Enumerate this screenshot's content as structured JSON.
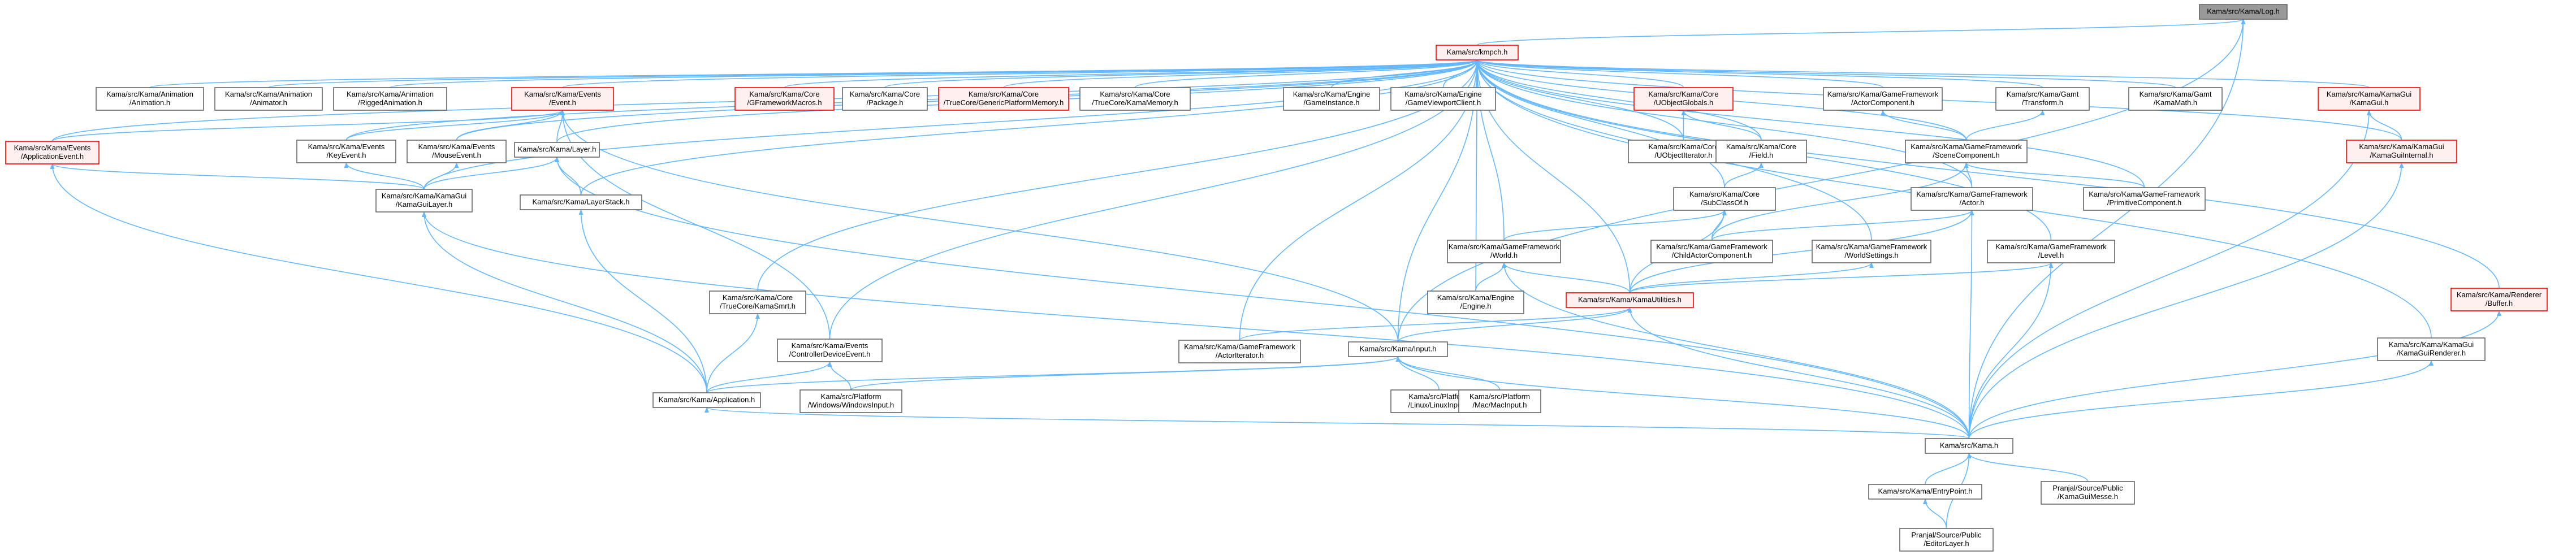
{
  "colors": {
    "edge": "#63b8ff",
    "node_border": "#666666",
    "node_fill": "#ffffff",
    "truncated_border": "#ff0000",
    "truncated_fill": "#fff0f0",
    "selected_fill": "#999999",
    "selected_border": "#666666"
  },
  "nodes": [
    {
      "id": "log",
      "lines": [
        "Kama/src/Kama/Log.h"
      ],
      "style": "selected"
    },
    {
      "id": "kmpch",
      "lines": [
        "Kama/src/kmpch.h"
      ],
      "style": "truncated"
    },
    {
      "id": "anim",
      "lines": [
        "Kama/src/Kama/Animation",
        "/Animation.h"
      ],
      "style": "normal"
    },
    {
      "id": "animator",
      "lines": [
        "Kama/src/Kama/Animation",
        "/Animator.h"
      ],
      "style": "normal"
    },
    {
      "id": "rigged",
      "lines": [
        "Kama/src/Kama/Animation",
        "/RiggedAnimation.h"
      ],
      "style": "normal"
    },
    {
      "id": "event",
      "lines": [
        "Kama/src/Kama/Events",
        "/Event.h"
      ],
      "style": "truncated"
    },
    {
      "id": "gfm",
      "lines": [
        "Kama/src/Kama/Core",
        "/GFrameworkMacros.h"
      ],
      "style": "truncated"
    },
    {
      "id": "package",
      "lines": [
        "Kama/src/Kama/Core",
        "/Package.h"
      ],
      "style": "normal"
    },
    {
      "id": "gpm",
      "lines": [
        "Kama/src/Kama/Core",
        "/TrueCore/GenericPlatformMemory.h"
      ],
      "style": "truncated"
    },
    {
      "id": "kmem",
      "lines": [
        "Kama/src/Kama/Core",
        "/TrueCore/KamaMemory.h"
      ],
      "style": "normal"
    },
    {
      "id": "gameinst",
      "lines": [
        "Kama/src/Kama/Engine",
        "/GameInstance.h"
      ],
      "style": "normal"
    },
    {
      "id": "gvc",
      "lines": [
        "Kama/src/Kama/Engine",
        "/GameViewportClient.h"
      ],
      "style": "normal"
    },
    {
      "id": "uobjglob",
      "lines": [
        "Kama/src/Kama/Core",
        "/UObjectGlobals.h"
      ],
      "style": "truncated"
    },
    {
      "id": "actorcomp",
      "lines": [
        "Kama/src/Kama/GameFramework",
        "/ActorComponent.h"
      ],
      "style": "normal"
    },
    {
      "id": "transform",
      "lines": [
        "Kama/src/Kama/Gamt",
        "/Transform.h"
      ],
      "style": "normal"
    },
    {
      "id": "kmath",
      "lines": [
        "Kama/src/Kama/Gamt",
        "/KamaMath.h"
      ],
      "style": "normal"
    },
    {
      "id": "kgui",
      "lines": [
        "Kama/src/Kama/KamaGui",
        "/KamaGui.h"
      ],
      "style": "truncated"
    },
    {
      "id": "appevent",
      "lines": [
        "Kama/src/Kama/Events",
        "/ApplicationEvent.h"
      ],
      "style": "truncated"
    },
    {
      "id": "keyevent",
      "lines": [
        "Kama/src/Kama/Events",
        "/KeyEvent.h"
      ],
      "style": "normal"
    },
    {
      "id": "mouseevent",
      "lines": [
        "Kama/src/Kama/Events",
        "/MouseEvent.h"
      ],
      "style": "normal"
    },
    {
      "id": "layer",
      "lines": [
        "Kama/src/Kama/Layer.h"
      ],
      "style": "normal"
    },
    {
      "id": "uobjiter",
      "lines": [
        "Kama/src/Kama/Core",
        "/UObjectIterator.h"
      ],
      "style": "normal"
    },
    {
      "id": "field",
      "lines": [
        "Kama/src/Kama/Core",
        "/Field.h"
      ],
      "style": "normal"
    },
    {
      "id": "scenecomp",
      "lines": [
        "Kama/src/Kama/GameFramework",
        "/SceneComponent.h"
      ],
      "style": "normal"
    },
    {
      "id": "kguiint",
      "lines": [
        "Kama/src/Kama/KamaGui",
        "/KamaGuiInternal.h"
      ],
      "style": "truncated"
    },
    {
      "id": "kguilayer",
      "lines": [
        "Kama/src/Kama/KamaGui",
        "/KamaGuiLayer.h"
      ],
      "style": "normal"
    },
    {
      "id": "layerstack",
      "lines": [
        "Kama/src/Kama/LayerStack.h"
      ],
      "style": "normal"
    },
    {
      "id": "subclassof",
      "lines": [
        "Kama/src/Kama/Core",
        "/SubClassOf.h"
      ],
      "style": "normal"
    },
    {
      "id": "actor",
      "lines": [
        "Kama/src/Kama/GameFramework",
        "/Actor.h"
      ],
      "style": "normal"
    },
    {
      "id": "primcomp",
      "lines": [
        "Kama/src/Kama/GameFramework",
        "/PrimitiveComponent.h"
      ],
      "style": "normal"
    },
    {
      "id": "world",
      "lines": [
        "Kama/src/Kama/GameFramework",
        "/World.h"
      ],
      "style": "normal"
    },
    {
      "id": "childactor",
      "lines": [
        "Kama/src/Kama/GameFramework",
        "/ChildActorComponent.h"
      ],
      "style": "normal"
    },
    {
      "id": "worldset",
      "lines": [
        "Kama/src/Kama/GameFramework",
        "/WorldSettings.h"
      ],
      "style": "normal"
    },
    {
      "id": "level",
      "lines": [
        "Kama/src/Kama/GameFramework",
        "/Level.h"
      ],
      "style": "normal"
    },
    {
      "id": "truecore",
      "lines": [
        "Kama/src/Kama/Core",
        "/TrueCore/KamaSmrt.h"
      ],
      "style": "normal"
    },
    {
      "id": "engine",
      "lines": [
        "Kama/src/Kama/Engine",
        "/Engine.h"
      ],
      "style": "normal"
    },
    {
      "id": "kutil",
      "lines": [
        "Kama/src/Kama/KamaUtilities.h"
      ],
      "style": "truncated"
    },
    {
      "id": "renderer",
      "lines": [
        "Kama/src/Kama/Renderer",
        "/Buffer.h"
      ],
      "style": "truncated"
    },
    {
      "id": "ctrlevent",
      "lines": [
        "Kama/src/Kama/Events",
        "/ControllerDeviceEvent.h"
      ],
      "style": "normal"
    },
    {
      "id": "actoriter",
      "lines": [
        "Kama/src/Kama/GameFramework",
        "/ActorIterator.h"
      ],
      "style": "normal"
    },
    {
      "id": "input",
      "lines": [
        "Kama/src/Kama/Input.h"
      ],
      "style": "normal"
    },
    {
      "id": "kguirend",
      "lines": [
        "Kama/src/Kama/KamaGui",
        "/KamaGuiRenderer.h"
      ],
      "style": "normal"
    },
    {
      "id": "app",
      "lines": [
        "Kama/src/Kama/Application.h"
      ],
      "style": "normal"
    },
    {
      "id": "wininput",
      "lines": [
        "Kama/src/Platform",
        "/Windows/WindowsInput.h"
      ],
      "style": "normal"
    },
    {
      "id": "linuxinput",
      "lines": [
        "Kama/src/Platform",
        "/Linux/LinuxInput.h"
      ],
      "style": "normal"
    },
    {
      "id": "macinput",
      "lines": [
        "Kama/src/Platform",
        "/Mac/MacInput.h"
      ],
      "style": "normal"
    },
    {
      "id": "kama",
      "lines": [
        "Kama/src/Kama.h"
      ],
      "style": "normal"
    },
    {
      "id": "entry",
      "lines": [
        "Kama/src/Kama/EntryPoint.h"
      ],
      "style": "normal"
    },
    {
      "id": "pmesh",
      "lines": [
        "Pranjal/Source/Public",
        "/KamaGuiMesse.h"
      ],
      "style": "normal"
    },
    {
      "id": "editorlayer",
      "lines": [
        "Pranjal/Source/Public",
        "/EditorLayer.h"
      ],
      "style": "normal"
    }
  ],
  "edges": [
    [
      "kmpch",
      "log"
    ],
    [
      "kama",
      "log"
    ],
    [
      "input",
      "log"
    ],
    [
      "anim",
      "kmpch"
    ],
    [
      "animator",
      "kmpch"
    ],
    [
      "rigged",
      "kmpch"
    ],
    [
      "event",
      "kmpch"
    ],
    [
      "gfm",
      "kmpch"
    ],
    [
      "package",
      "kmpch"
    ],
    [
      "gpm",
      "kmpch"
    ],
    [
      "kmem",
      "kmpch"
    ],
    [
      "gameinst",
      "kmpch"
    ],
    [
      "gvc",
      "kmpch"
    ],
    [
      "uobjglob",
      "kmpch"
    ],
    [
      "actorcomp",
      "kmpch"
    ],
    [
      "transform",
      "kmpch"
    ],
    [
      "kmath",
      "kmpch"
    ],
    [
      "kgui",
      "kmpch"
    ],
    [
      "appevent",
      "kmpch"
    ],
    [
      "keyevent",
      "kmpch"
    ],
    [
      "mouseevent",
      "kmpch"
    ],
    [
      "layer",
      "kmpch"
    ],
    [
      "uobjiter",
      "kmpch"
    ],
    [
      "field",
      "kmpch"
    ],
    [
      "scenecomp",
      "kmpch"
    ],
    [
      "kguiint",
      "kmpch"
    ],
    [
      "kguilayer",
      "kmpch"
    ],
    [
      "layerstack",
      "kmpch"
    ],
    [
      "subclassof",
      "kmpch"
    ],
    [
      "actor",
      "kmpch"
    ],
    [
      "primcomp",
      "kmpch"
    ],
    [
      "world",
      "kmpch"
    ],
    [
      "worldset",
      "kmpch"
    ],
    [
      "level",
      "kmpch"
    ],
    [
      "truecore",
      "kmpch"
    ],
    [
      "engine",
      "kmpch"
    ],
    [
      "kutil",
      "kmpch"
    ],
    [
      "renderer",
      "kmpch"
    ],
    [
      "ctrlevent",
      "kmpch"
    ],
    [
      "actoriter",
      "kmpch"
    ],
    [
      "input",
      "kmpch"
    ],
    [
      "kguirend",
      "kmpch"
    ],
    [
      "appevent",
      "event"
    ],
    [
      "keyevent",
      "event"
    ],
    [
      "mouseevent",
      "event"
    ],
    [
      "layer",
      "event"
    ],
    [
      "ctrlevent",
      "event"
    ],
    [
      "input",
      "event"
    ],
    [
      "uobjiter",
      "uobjglob"
    ],
    [
      "field",
      "uobjglob"
    ],
    [
      "subclassof",
      "field"
    ],
    [
      "scenecomp",
      "actorcomp"
    ],
    [
      "scenecomp",
      "transform"
    ],
    [
      "actor",
      "scenecomp"
    ],
    [
      "primcomp",
      "scenecomp"
    ],
    [
      "childactor",
      "scenecomp"
    ],
    [
      "kguiint",
      "kgui"
    ],
    [
      "kama",
      "kgui"
    ],
    [
      "kama",
      "kguiint"
    ],
    [
      "kguilayer",
      "appevent"
    ],
    [
      "kguilayer",
      "keyevent"
    ],
    [
      "kguilayer",
      "mouseevent"
    ],
    [
      "kguilayer",
      "layer"
    ],
    [
      "layerstack",
      "layer"
    ],
    [
      "app",
      "layerstack"
    ],
    [
      "app",
      "kguilayer"
    ],
    [
      "app",
      "appevent"
    ],
    [
      "kama",
      "kguilayer"
    ],
    [
      "kama",
      "layer"
    ],
    [
      "world",
      "subclassof"
    ],
    [
      "childactor",
      "subclassof"
    ],
    [
      "kutil",
      "subclassof"
    ],
    [
      "childactor",
      "actor"
    ],
    [
      "kutil",
      "actor"
    ],
    [
      "kama",
      "actor"
    ],
    [
      "engine",
      "world"
    ],
    [
      "kutil",
      "world"
    ],
    [
      "kama",
      "world"
    ],
    [
      "kutil",
      "worldset"
    ],
    [
      "kutil",
      "level"
    ],
    [
      "kama",
      "level"
    ],
    [
      "app",
      "truecore"
    ],
    [
      "wininput",
      "ctrlevent"
    ],
    [
      "app",
      "ctrlevent"
    ],
    [
      "actoriter",
      "kutil"
    ],
    [
      "input",
      "kutil"
    ],
    [
      "kama",
      "kutil"
    ],
    [
      "wininput",
      "input"
    ],
    [
      "linuxinput",
      "input"
    ],
    [
      "macinput",
      "input"
    ],
    [
      "app",
      "input"
    ],
    [
      "kama",
      "input"
    ],
    [
      "kama",
      "kguirend"
    ],
    [
      "kama",
      "renderer"
    ],
    [
      "kama",
      "app"
    ],
    [
      "entry",
      "kama"
    ],
    [
      "pmesh",
      "kama"
    ],
    [
      "editorlayer",
      "kama"
    ],
    [
      "editorlayer",
      "entry"
    ]
  ]
}
